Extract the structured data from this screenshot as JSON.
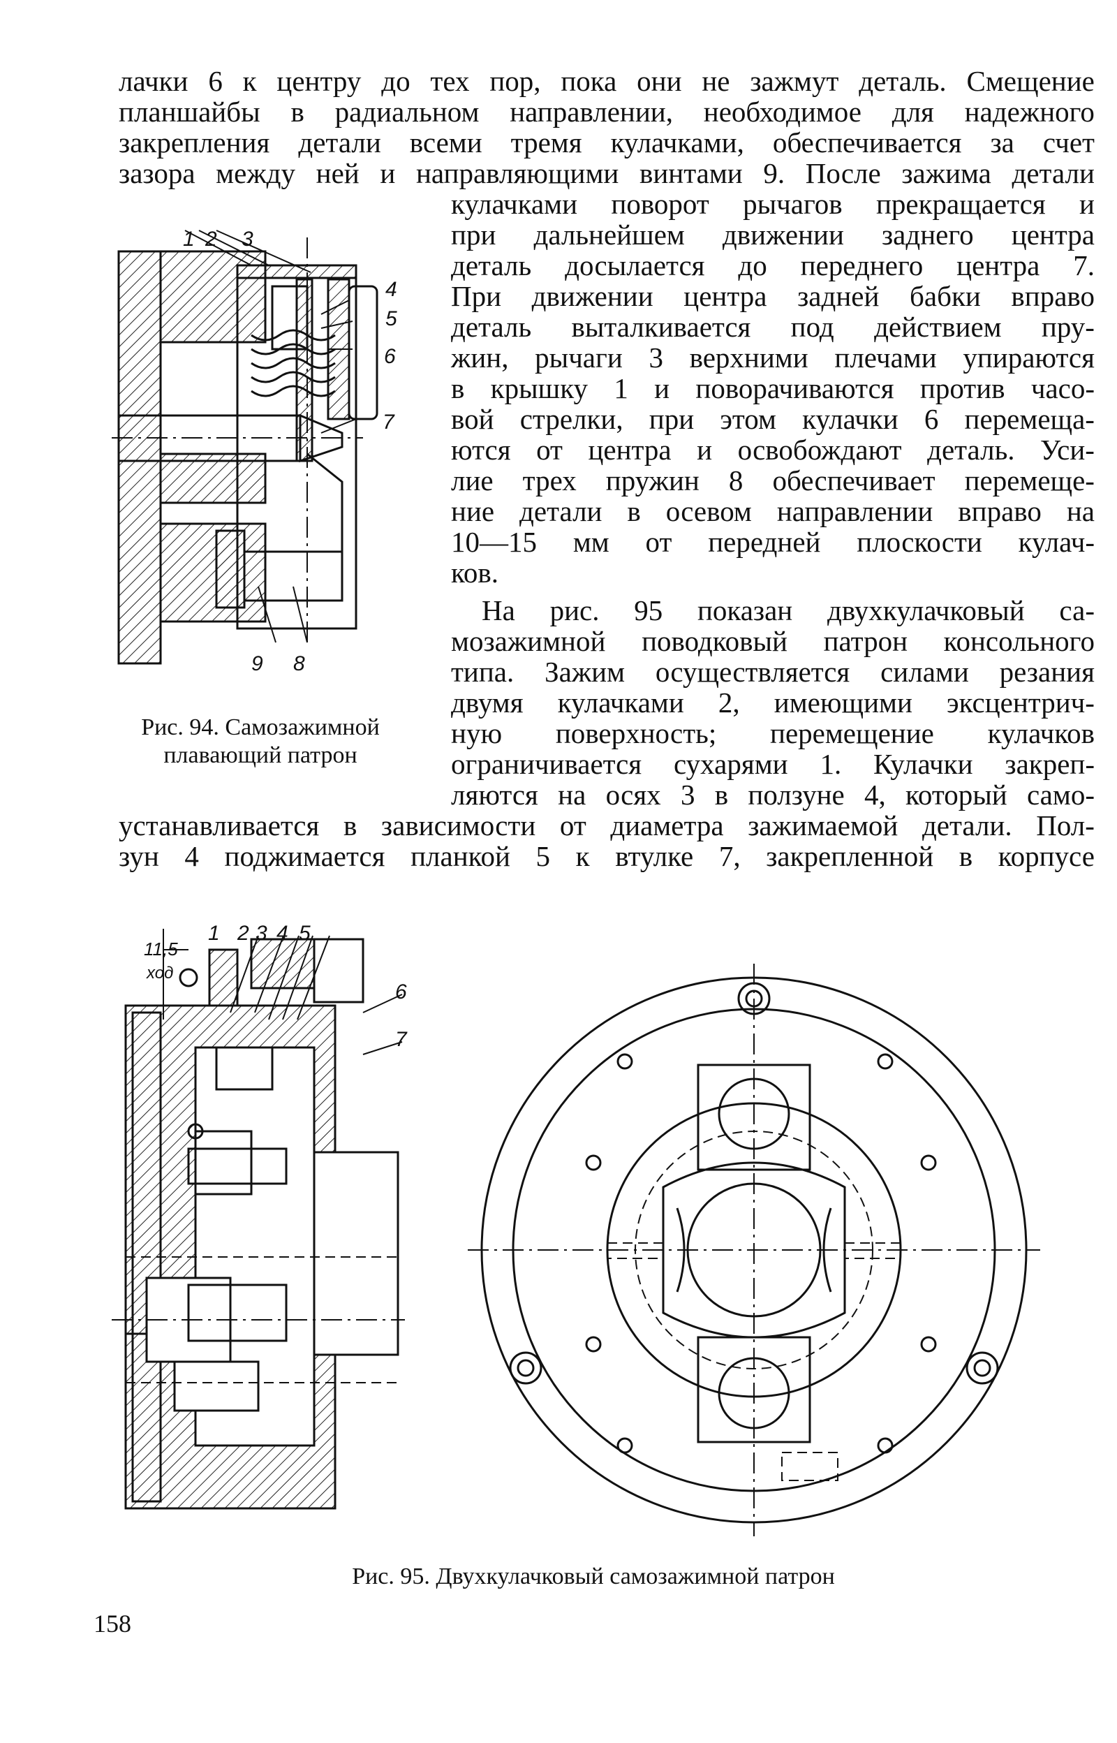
{
  "page": {
    "number": "158",
    "text_lines": [
      "лачки 6 к центру до тех пор, пока они не зажмут деталь. Смещение",
      "планшайбы в радиальном направлении, необходимое для надежного",
      "закрепления детали всеми тремя кулачками, обеспечивается за счет",
      "зазора между ней и направляющими винтами 9. После зажима детали",
      "кулачками поворот рычагов прекращается и",
      "при дальнейшем движении заднего центра",
      "деталь досылается до переднего центра 7.",
      "При движении центра задней бабки вправо",
      "деталь выталкивается под действием пру-",
      "жин, рычаги 3 верхними плечами упираются",
      "в крышку 1 и поворачиваются против часо-",
      "вой стрелки, при этом кулачки 6 перемеща-",
      "ются от центра и освобождают деталь. Уси-",
      "лие трех пружин 8 обеспечивает перемеще-",
      "ние детали в осевом направлении вправо на",
      "10—15 мм от передней плоскости кулач-",
      "ков.",
      "На рис. 95 показан двухкулачковый са-",
      "мозажимной поводковый патрон консольного",
      "типа. Зажим осуществляется силами резания",
      "двумя кулачками 2, имеющими эксцентрич-",
      "ную поверхность; перемещение кулачков",
      "ограничивается сухарями 1. Кулачки закреп-",
      "ляются на осях 3 в ползуне 4, который само-",
      "устанавливается в зависимости от диаметра зажимаемой детали. Пол-",
      "зун 4 поджимается планкой 5 к втулке 7, закрепленной в корпусе"
    ]
  },
  "figure94": {
    "caption_line1": "Рис. 94. Самозажимной",
    "caption_line2": "плавающий патрон",
    "labels": [
      "1",
      "2",
      "3",
      "4",
      "5",
      "6",
      "7",
      "9",
      "8"
    ]
  },
  "figure95": {
    "caption": "Рис. 95. Двухкулачковый самозажимной патрон",
    "dimension_value": "11,5",
    "dimension_note": "ход",
    "labels": [
      "1",
      "2",
      "3",
      "4",
      "5",
      "6",
      "7"
    ]
  }
}
